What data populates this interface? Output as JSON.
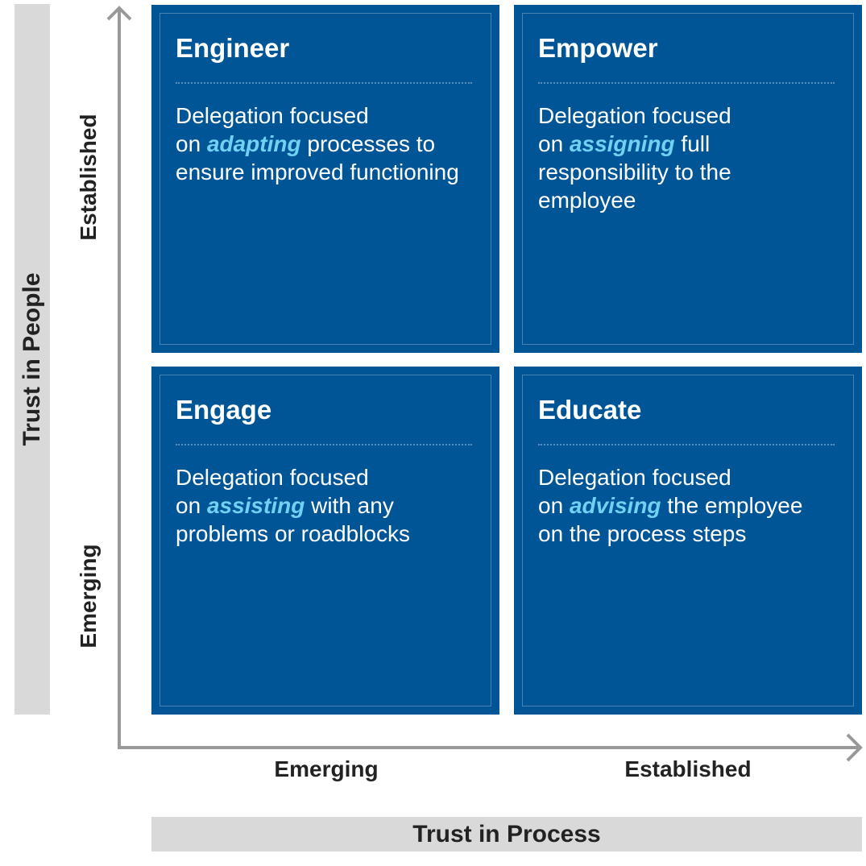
{
  "axes": {
    "y_title": "Trust in People",
    "y_levels": {
      "top": "Established",
      "bottom": "Emerging"
    },
    "x_title": "Trust in Process",
    "x_levels": {
      "left": "Emerging",
      "right": "Established"
    }
  },
  "colors": {
    "quadrant": "#005596",
    "highlight": "#6fd2f2",
    "band": "#d9d9d9",
    "axis": "#999999"
  },
  "quadrants": [
    {
      "title": "Engineer",
      "desc_pre": "Delegation focused",
      "desc_line2_pre": "on ",
      "highlight": "adapting",
      "desc_post": " processes to ensure improved functioning"
    },
    {
      "title": "Empower",
      "desc_pre": "Delegation focused",
      "desc_line2_pre": "on ",
      "highlight": "assigning",
      "desc_post": " full responsibility to the employee"
    },
    {
      "title": "Engage",
      "desc_pre": "Delegation focused",
      "desc_line2_pre": "on ",
      "highlight": "assisting",
      "desc_post": " with any problems or roadblocks"
    },
    {
      "title": "Educate",
      "desc_pre": "Delegation focused",
      "desc_line2_pre": "on ",
      "highlight": "advising",
      "desc_post": " the employee on the process steps"
    }
  ]
}
